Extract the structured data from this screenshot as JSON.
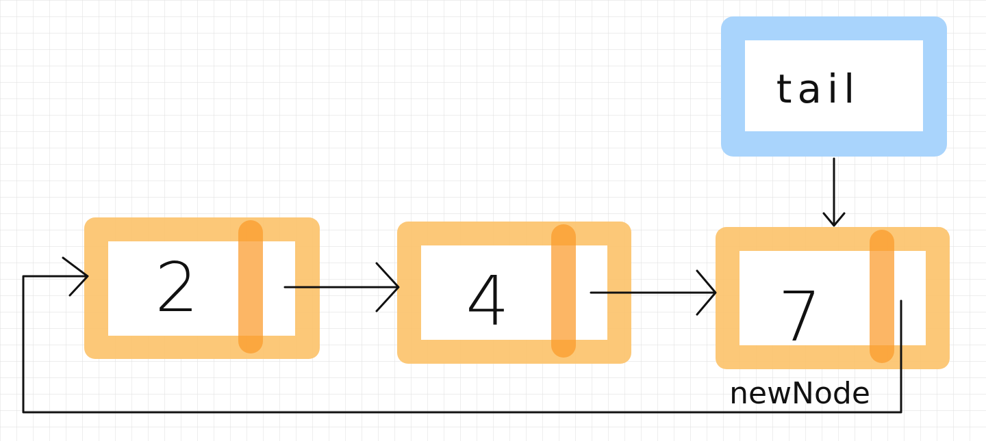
{
  "diagram": {
    "nodes": [
      {
        "id": "n1",
        "value": "2"
      },
      {
        "id": "n2",
        "value": "4"
      },
      {
        "id": "n3",
        "value": "7"
      }
    ],
    "tail": {
      "label": "tail"
    },
    "new_node_label": "newNode",
    "colors": {
      "grid": "#e4e4e4",
      "node_fill": "#fcc36c",
      "pointer_divider": "#fb9a2a",
      "tail_fill": "#a9d4fc",
      "line": "#111111",
      "background": "#ffffff"
    }
  }
}
